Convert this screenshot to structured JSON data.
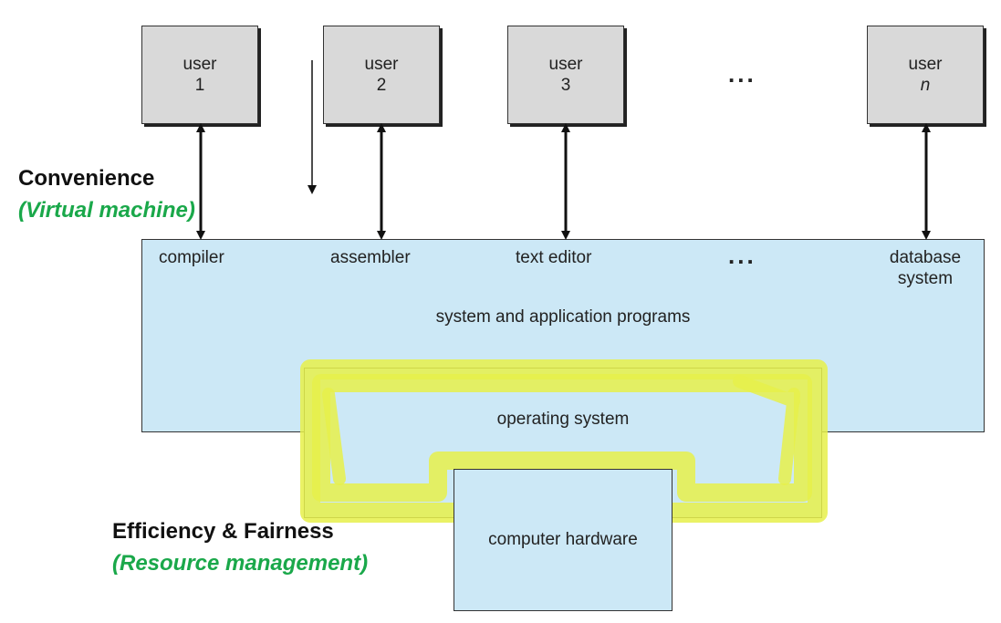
{
  "users": [
    {
      "label": "user",
      "number": "1",
      "italic": false
    },
    {
      "label": "user",
      "number": "2",
      "italic": false
    },
    {
      "label": "user",
      "number": "3",
      "italic": false
    },
    {
      "label": "user",
      "number": "n",
      "italic": true
    }
  ],
  "users_ellipsis": "...",
  "programs": {
    "compiler": "compiler",
    "assembler": "assembler",
    "text_editor": "text editor",
    "ellipsis": "...",
    "database_line1": "database",
    "database_line2": "system",
    "panel_label": "system and application programs"
  },
  "operating_system": "operating system",
  "computer_hardware": "computer hardware",
  "convenience": {
    "title": "Convenience",
    "subtitle": "(Virtual machine)"
  },
  "efficiency": {
    "title": "Efficiency & Fairness",
    "subtitle": "(Resource management)"
  },
  "colors": {
    "panel_fill": "#cce8f6",
    "user_box_fill": "#d9d9d9",
    "highlight": "#e6f04a",
    "green_text": "#1aa84a"
  }
}
